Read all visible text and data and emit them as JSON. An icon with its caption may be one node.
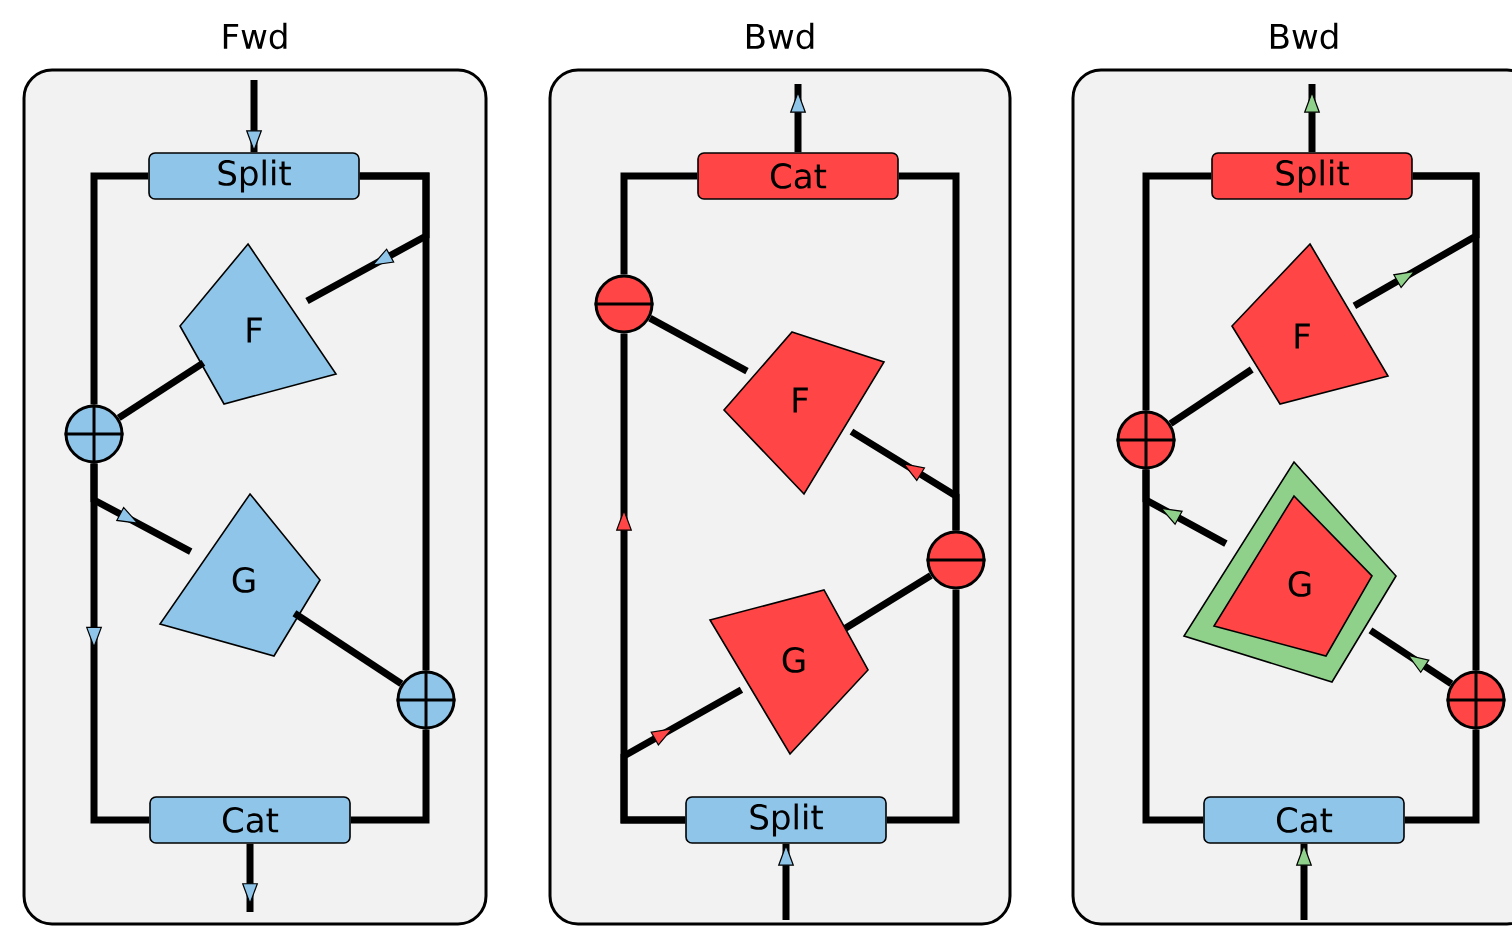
{
  "diagram": {
    "nodes": [
      {
        "text": [
          "Fwd"
        ]
      },
      {
        "text": [
          "Split"
        ],
        "in": 0
      },
      {
        "text": [
          "F"
        ],
        "in": 0
      },
      {
        "text": [],
        "shape": "circle",
        "in": 0
      },
      {
        "text": [
          "G"
        ],
        "in": 0
      },
      {
        "text": [],
        "shape": "circle",
        "in": 0
      },
      {
        "text": [
          "Cat"
        ],
        "in": 0
      },
      {
        "text": [
          "Bwd"
        ]
      },
      {
        "text": [
          "Cat"
        ],
        "in": 7
      },
      {
        "text": [],
        "shape": "circle",
        "in": 7
      },
      {
        "text": [
          "F"
        ],
        "in": 7
      },
      {
        "text": [],
        "shape": "circle",
        "in": 7
      },
      {
        "text": [
          "G"
        ],
        "in": 7
      },
      {
        "text": [
          "Split"
        ],
        "in": 7
      },
      {
        "text": [
          "Bwd"
        ]
      },
      {
        "text": [
          "Split"
        ],
        "in": 14
      },
      {
        "text": [
          "F"
        ],
        "in": 14
      },
      {
        "text": [],
        "shape": "circle",
        "in": 14
      },
      {
        "text": [
          "G"
        ],
        "in": 14
      },
      {
        "text": [],
        "shape": "circle",
        "in": 14
      },
      {
        "text": [
          "Cat"
        ],
        "in": 14
      }
    ],
    "edges": [
      {
        "from": null,
        "to": 1,
        "arrow": "to"
      },
      {
        "from": 1,
        "to": 3,
        "arrow": "none"
      },
      {
        "from": 1,
        "to": 2,
        "arrow": "to"
      },
      {
        "from": 1,
        "to": 5,
        "arrow": "none"
      },
      {
        "from": 2,
        "to": 3,
        "arrow": "none"
      },
      {
        "from": 3,
        "to": 4,
        "arrow": "to"
      },
      {
        "from": 3,
        "to": 6,
        "arrow": "to"
      },
      {
        "from": 4,
        "to": 5,
        "arrow": "none"
      },
      {
        "from": 5,
        "to": 6,
        "arrow": "none"
      },
      {
        "from": 6,
        "to": null,
        "arrow": "to"
      },
      {
        "from": 8,
        "to": null,
        "arrow": "to"
      },
      {
        "from": null,
        "to": 13,
        "arrow": "to"
      },
      {
        "from": 13,
        "to": 12,
        "arrow": "to"
      },
      {
        "from": 13,
        "to": 9,
        "arrow": "to"
      },
      {
        "from": 13,
        "to": 11,
        "arrow": "none"
      },
      {
        "from": 12,
        "to": 11,
        "arrow": "none"
      },
      {
        "from": 11,
        "to": 10,
        "arrow": "to"
      },
      {
        "from": 11,
        "to": 8,
        "arrow": "none"
      },
      {
        "from": 10,
        "to": 9,
        "arrow": "none"
      },
      {
        "from": 9,
        "to": 8,
        "arrow": "none"
      },
      {
        "from": 15,
        "to": null,
        "arrow": "to"
      },
      {
        "from": null,
        "to": 20,
        "arrow": "to"
      },
      {
        "from": 20,
        "to": 17,
        "arrow": "none"
      },
      {
        "from": 20,
        "to": 19,
        "arrow": "none"
      },
      {
        "from": 18,
        "to": 17,
        "arrow": "to"
      },
      {
        "from": 19,
        "to": 18,
        "arrow": "to"
      },
      {
        "from": 17,
        "to": 16,
        "arrow": "none"
      },
      {
        "from": 16,
        "to": 15,
        "arrow": "to"
      },
      {
        "from": 19,
        "to": 15,
        "arrow": "none"
      },
      {
        "from": 17,
        "to": 15,
        "arrow": "none"
      }
    ]
  }
}
